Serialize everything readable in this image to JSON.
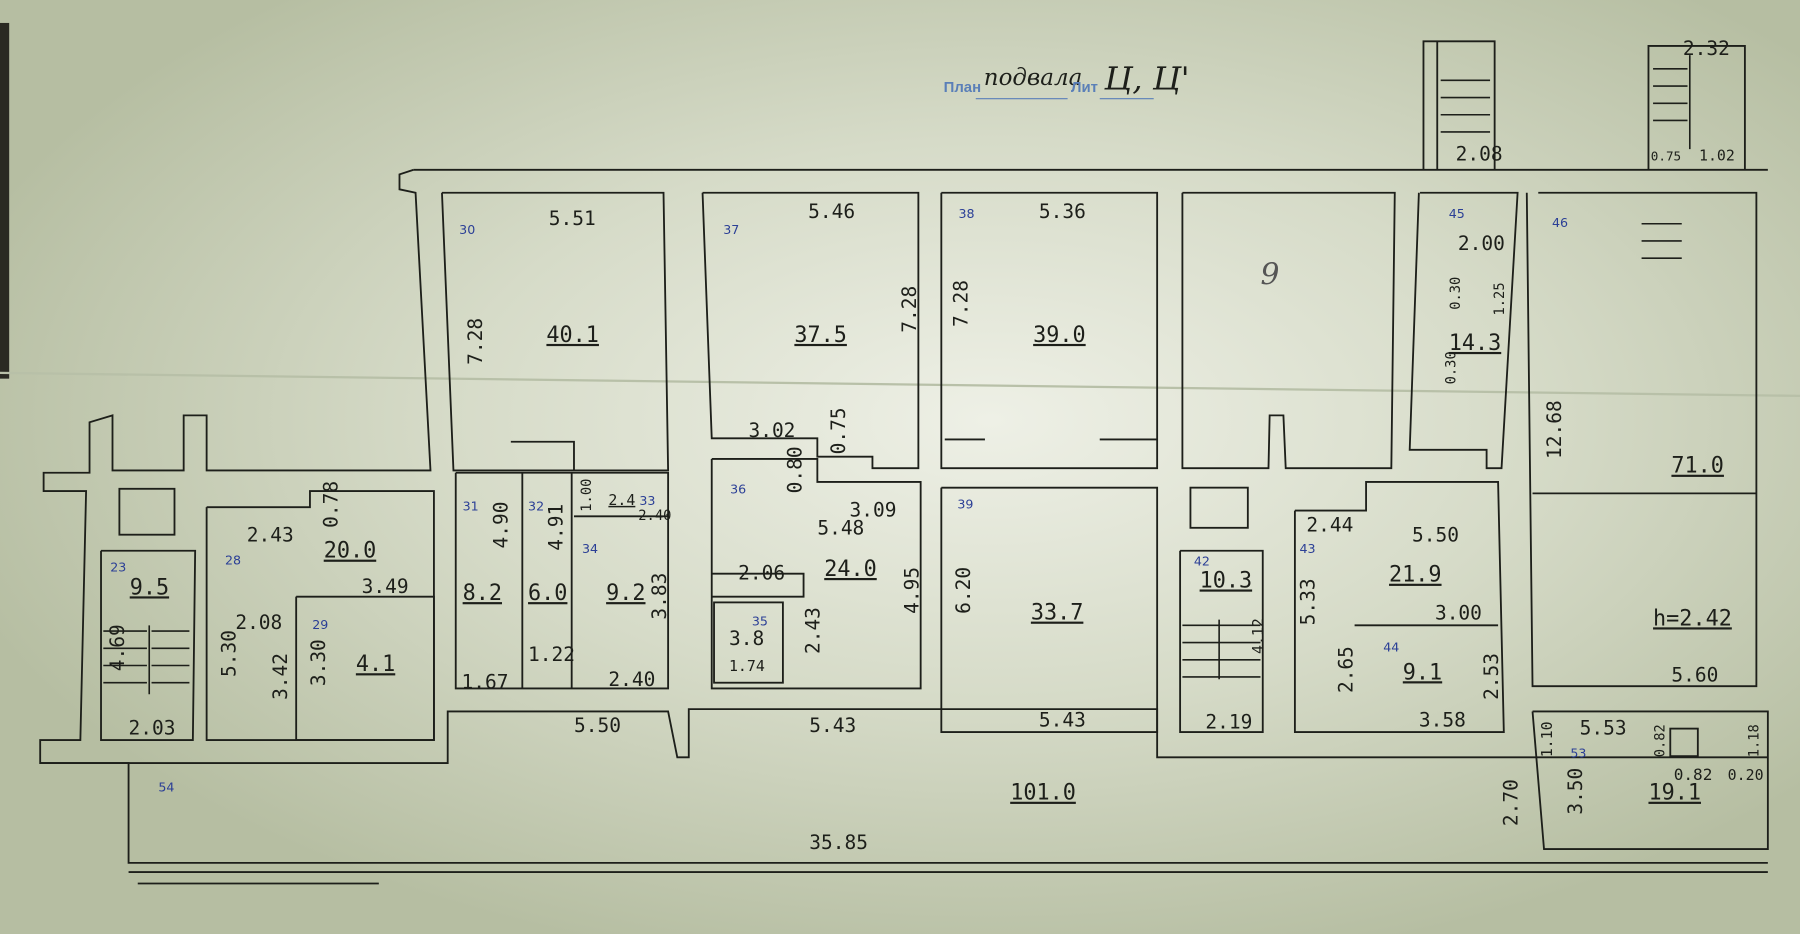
{
  "title": {
    "prefix": "План",
    "floor": "подвала",
    "lit_label": "Лит",
    "lit_value": "Ц, Ц'"
  },
  "rooms": {
    "r23": {
      "num": "23",
      "area": "9.5",
      "d1": "4.69",
      "d2": "2.03"
    },
    "r28": {
      "num": "28",
      "area": "20.0",
      "d1": "2.43",
      "d2": "0.78",
      "d3": "2.08",
      "d4": "5.30",
      "d5": "3.42",
      "d6": "3.49"
    },
    "r29": {
      "num": "29",
      "area": "4.1",
      "d1": "3.30"
    },
    "r30": {
      "num": "30",
      "area": "40.1",
      "d1": "5.51",
      "d2": "7.28"
    },
    "r31": {
      "num": "31",
      "area": "8.2",
      "d1": "4.90",
      "d2": "1.67"
    },
    "r32": {
      "num": "32",
      "area": "6.0",
      "d1": "4.91",
      "d2": "1.22"
    },
    "r33": {
      "num": "33",
      "d1": "1.00",
      "d2": "2.4",
      "d3": "2.40"
    },
    "r34": {
      "num": "34",
      "area": "9.2",
      "d1": "3.83",
      "d2": "2.40"
    },
    "r35": {
      "num": "35",
      "area": "3.8",
      "d1": "1.74"
    },
    "r36": {
      "num": "36",
      "area": "24.0",
      "d1": "5.48",
      "d2": "3.09",
      "d3": "0.80",
      "d4": "2.06",
      "d5": "2.43",
      "d6": "4.95",
      "d7": "3.02",
      "d8": "0.75"
    },
    "r37": {
      "num": "37",
      "area": "37.5",
      "d1": "5.46",
      "d2": "7.28"
    },
    "r38": {
      "num": "38",
      "area": "39.0",
      "d1": "5.36",
      "d2": "7.28"
    },
    "r39": {
      "num": "39",
      "area": "33.7",
      "d1": "6.20",
      "d2": "5.43"
    },
    "r42": {
      "num": "42",
      "area": "10.3",
      "d1": "2.19",
      "d2": "4.12"
    },
    "r43": {
      "num": "43",
      "area": "21.9",
      "d1": "2.44",
      "d2": "5.50",
      "d3": "5.33"
    },
    "r44": {
      "num": "44",
      "area": "9.1",
      "d1": "3.00",
      "d2": "3.58",
      "d3": "2.65",
      "d4": "2.53"
    },
    "r45": {
      "num": "45",
      "area": "14.3",
      "d1": "2.00",
      "d2": "0.30",
      "d3": "1.25",
      "d4": "0.30",
      "d5": "2.08"
    },
    "r46": {
      "num": "46",
      "area": "71.0",
      "d1": "12.68",
      "d2": "h=2.42",
      "d3": "5.60",
      "d4": "2.32",
      "d5": "0.75",
      "d6": "1.02"
    },
    "r53": {
      "num": "53",
      "area": "19.1",
      "d1": "5.53",
      "d2": "1.10",
      "d3": "3.50",
      "d4": "0.82",
      "d5": "0.82",
      "d6": "1.18",
      "d7": "0.20",
      "d8": "2.70"
    },
    "r54": {
      "num": "54",
      "area": "101.0",
      "d1": "35.85",
      "d2": "5.50",
      "d3": "5.43"
    },
    "blank": {
      "mark": "9"
    }
  },
  "colors": {
    "paper": "#c9cfb8",
    "ink": "#1d1f1a",
    "blue_ink": "#2b3f96"
  }
}
